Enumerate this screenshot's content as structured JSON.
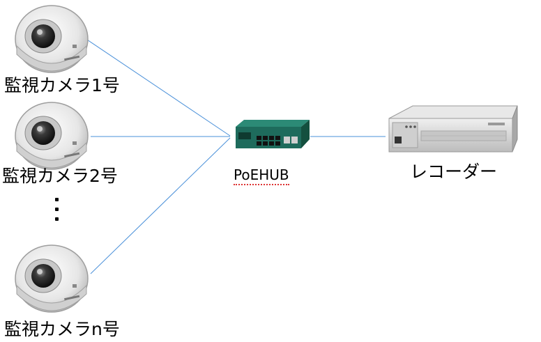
{
  "cameras": [
    {
      "label": "監視カメラ1号",
      "icon": "dome-camera-icon"
    },
    {
      "label": "監視カメラ2号",
      "icon": "dome-camera-icon"
    },
    {
      "label": "監視カメラn号",
      "icon": "dome-camera-icon"
    }
  ],
  "hub": {
    "label": "PoEHUB",
    "icon": "poe-switch-icon"
  },
  "recorder": {
    "label": "レコーダー",
    "icon": "recorder-icon"
  },
  "colors": {
    "link": "#4a90d9",
    "hub_body": "#1e6b5c",
    "recorder_body": "#d8d8d8"
  }
}
